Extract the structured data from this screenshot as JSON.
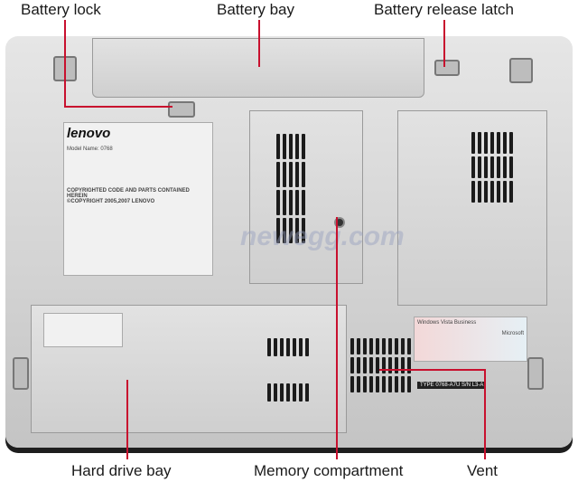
{
  "labels": {
    "battery_lock": "Battery lock",
    "battery_bay": "Battery bay",
    "battery_release_latch": "Battery release latch",
    "hard_drive_bay": "Hard drive bay",
    "memory_compartment": "Memory compartment",
    "vent": "Vent"
  },
  "sticker": {
    "brand": "lenovo",
    "model_line": "Model Name: 0768",
    "copyright": "COPYRIGHTED CODE AND PARTS CONTAINED HEREIN",
    "copyright2": "©COPYRIGHT 2005,2007 LENOVO"
  },
  "windows_sticker": {
    "title": "Windows Vista Business",
    "vendor": "Microsoft",
    "type_line": "TYPE 0768-A7U  S/N L3-A"
  },
  "watermark": "newegg.com",
  "colors": {
    "pointer_line": "#c8102e"
  }
}
